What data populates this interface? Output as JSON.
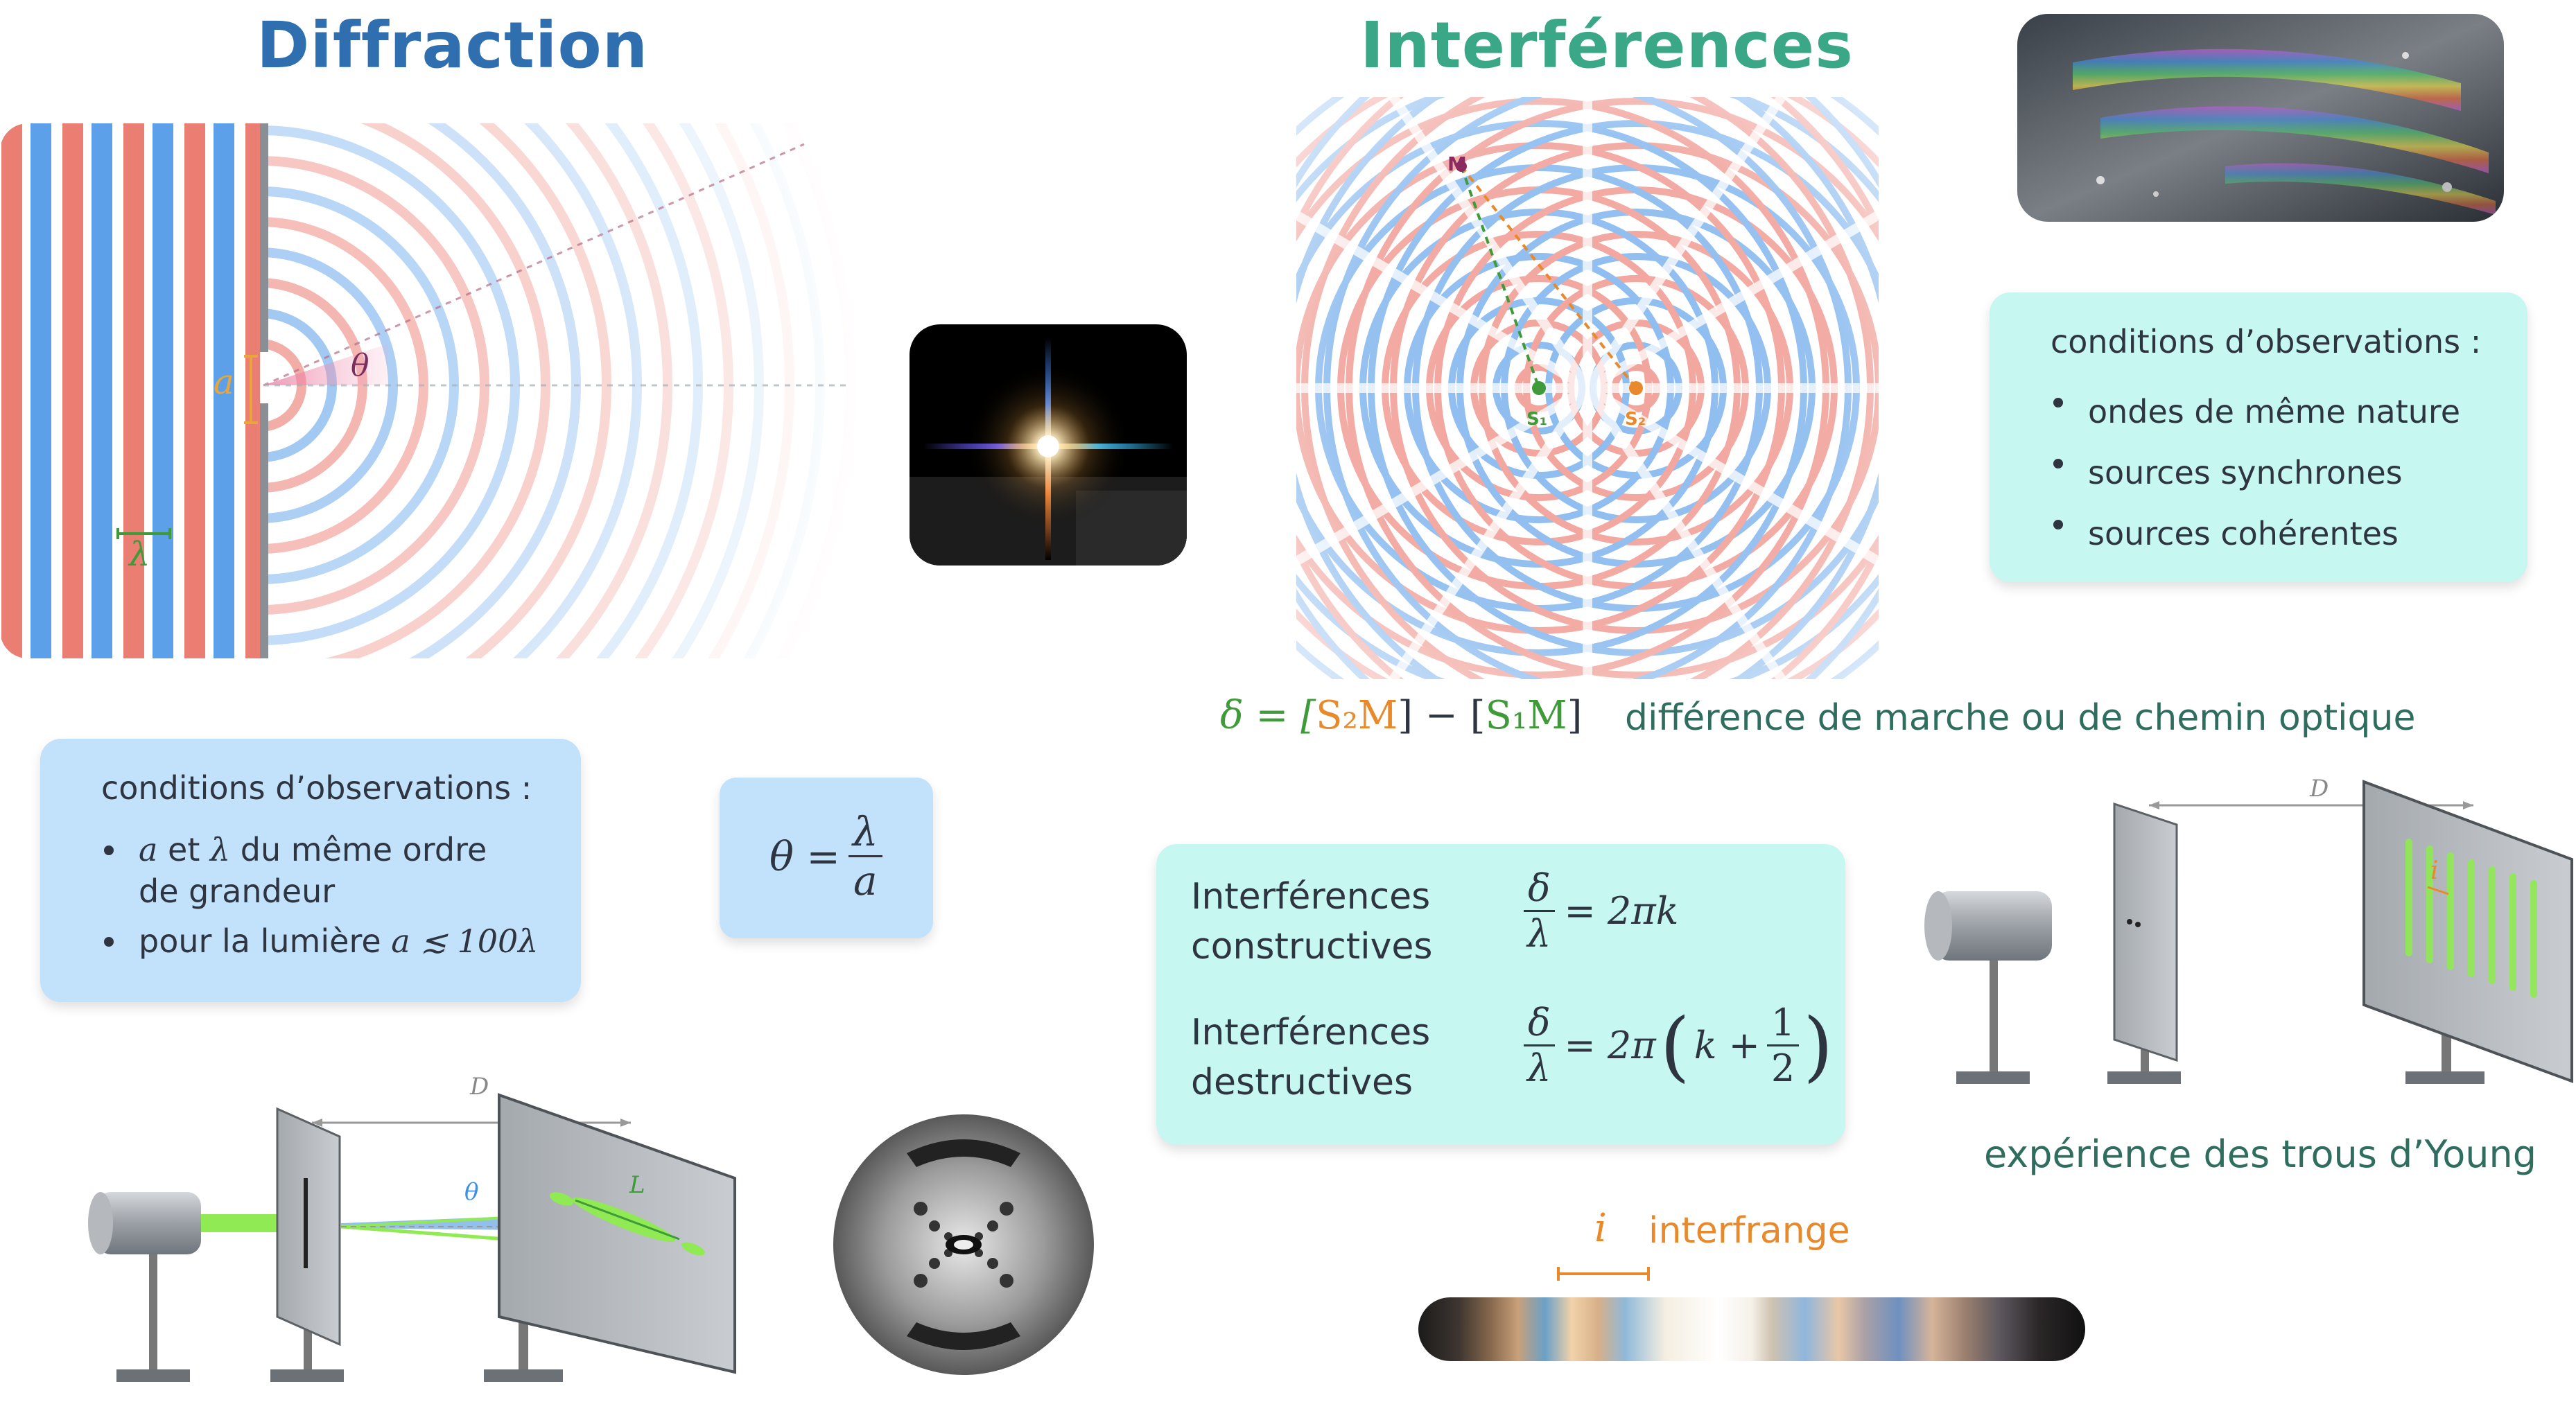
{
  "diffraction": {
    "title": "Diffraction",
    "label_a": "a",
    "label_theta": "θ",
    "label_lambda": "λ",
    "conditions_title": "conditions d’observations :",
    "condition_1_a": "a",
    "condition_1_text": " et ",
    "condition_1_lambda": "λ",
    "condition_1_rest": " du même ordre",
    "condition_1_line2": "de grandeur",
    "condition_2_text": "pour la lumière ",
    "condition_2_math": "a ≲ 100λ",
    "formula_lhs": "θ =",
    "formula_num": "λ",
    "formula_den": "a",
    "setup_label_D": "D",
    "setup_label_theta": "θ",
    "setup_label_L": "L"
  },
  "interferences": {
    "title": "Interférences",
    "label_M": "M",
    "label_S1": "S₁",
    "label_S2": "S₂",
    "delta_formula": {
      "lhs": "δ = [",
      "s2m": "S₂M",
      "mid": "] − [",
      "s1m": "S₁M",
      "end": "]"
    },
    "delta_caption": "différence de marche ou de chemin optique",
    "conditions_title": "conditions d’observations :",
    "conditions": [
      "ondes de même nature",
      "sources synchrones",
      "sources cohérentes"
    ],
    "constructive_label_1": "Interférences",
    "constructive_label_2": "constructives",
    "constructive_num": "δ",
    "constructive_den": "λ",
    "constructive_rhs": "= 2πk",
    "destructive_label_1": "Interférences",
    "destructive_label_2": "destructives",
    "destructive_num": "δ",
    "destructive_den": "λ",
    "destructive_rhs_a": "= 2π",
    "destructive_rhs_k": "k +",
    "destructive_half_num": "1",
    "destructive_half_den": "2",
    "young_label_D": "D",
    "young_label_i": "i",
    "young_caption": "expérience des trous d’Young",
    "interfrange_i": "i",
    "interfrange_label": "interfrange"
  },
  "colors": {
    "diffraction_title": "#2f6fb0",
    "interferences_title": "#3aa886",
    "orange": "#e8892c",
    "green": "#3f9b3a",
    "wave_red": "#e8675a",
    "wave_blue": "#3f8fe6"
  }
}
